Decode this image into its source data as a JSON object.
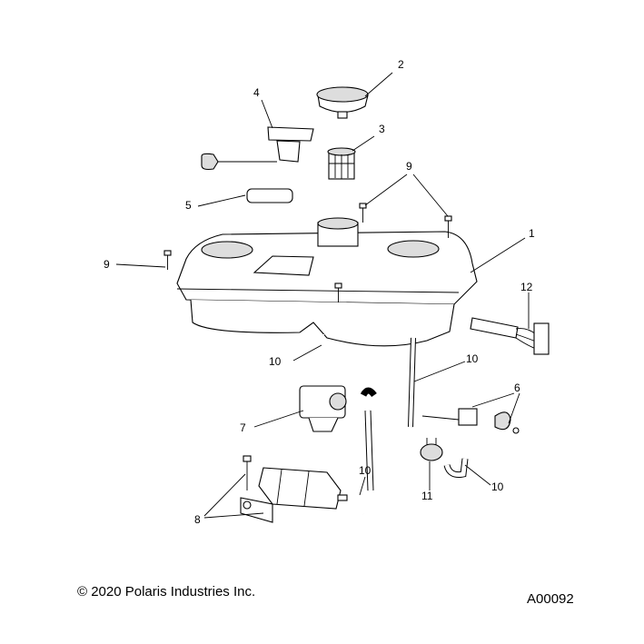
{
  "callouts": [
    {
      "id": "c2",
      "text": "2"
    },
    {
      "id": "c4",
      "text": "4"
    },
    {
      "id": "c3",
      "text": "3"
    },
    {
      "id": "c9a",
      "text": "9"
    },
    {
      "id": "c5",
      "text": "5"
    },
    {
      "id": "c9b",
      "text": "9"
    },
    {
      "id": "c1",
      "text": "1"
    },
    {
      "id": "c12",
      "text": "12"
    },
    {
      "id": "c10a",
      "text": "10"
    },
    {
      "id": "c10b",
      "text": "10"
    },
    {
      "id": "c6",
      "text": "6"
    },
    {
      "id": "c7",
      "text": "7"
    },
    {
      "id": "c10c",
      "text": "10"
    },
    {
      "id": "c11",
      "text": "11"
    },
    {
      "id": "c10d",
      "text": "10"
    },
    {
      "id": "c8",
      "text": "8"
    }
  ],
  "footer": {
    "copyright": "© 2020 Polaris Industries Inc.",
    "code": "A00092"
  }
}
